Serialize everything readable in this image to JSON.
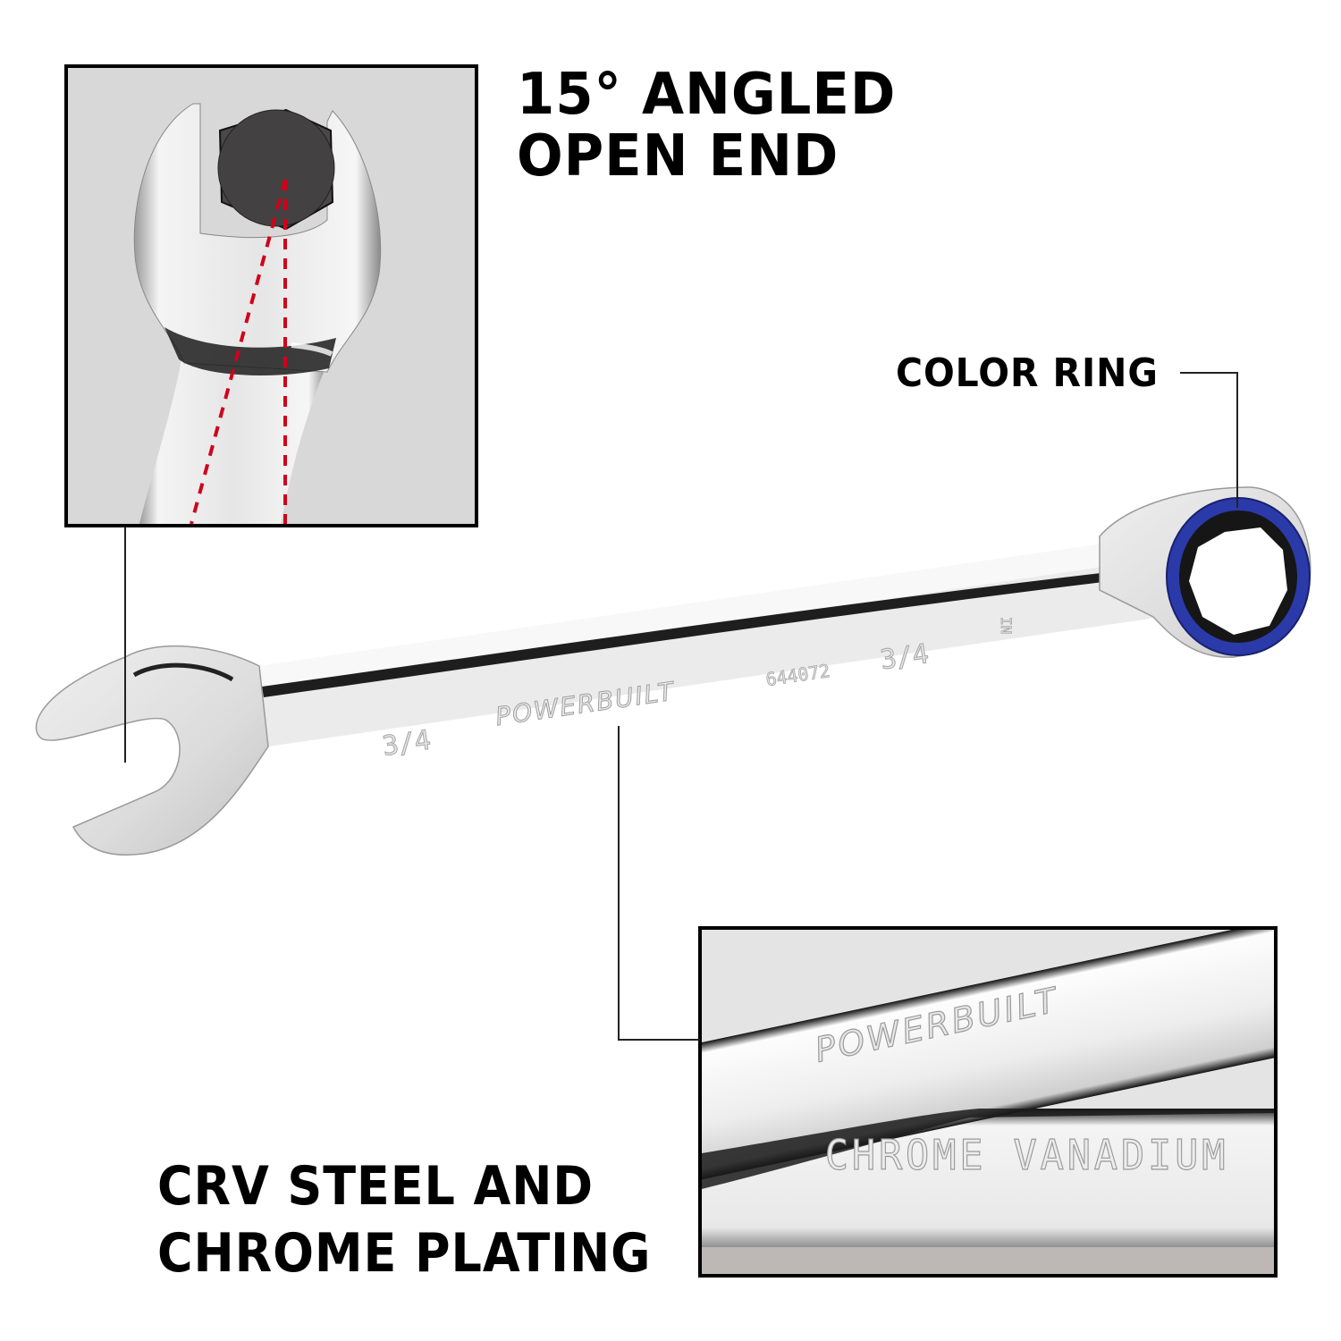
{
  "callouts": {
    "open_end": {
      "line1": "15° ANGLED",
      "line2": "OPEN END"
    },
    "color_ring": {
      "label": "COLOR RING"
    },
    "material": {
      "line1": "CRV STEEL AND",
      "line2": "CHROME PLATING"
    }
  },
  "wrench": {
    "brand": "POWERBUILT",
    "part_number": "644072",
    "size_open_end": "3/4",
    "size_ring_end": "3/4",
    "unit_mark": "IN",
    "material_stamp": "CHROME VANADIUM",
    "ring_color": "#2a3aa8"
  },
  "colors": {
    "text": "#000000",
    "frame_border": "#000000",
    "inset_background": "#d8d8d8",
    "angle_guide": "#d0021b",
    "chrome_light": "#f2f2f2",
    "chrome_dark": "#1a1a1a",
    "bolt": "#4a4848"
  }
}
